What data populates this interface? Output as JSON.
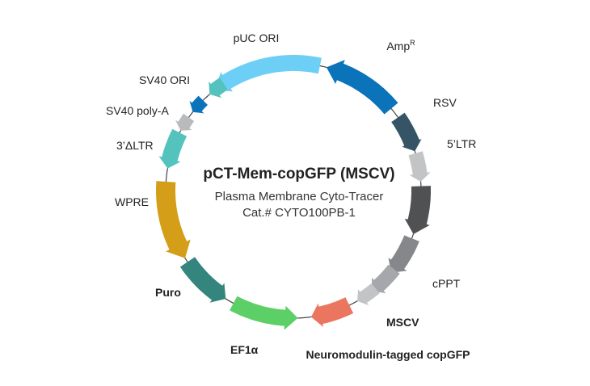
{
  "title": "pCT-Mem-copGFP (MSCV)",
  "subtitle": "Plasma Membrane Cyto-Tracer",
  "catalog": "Cat.# CYTO100PB-1",
  "features": [
    {
      "name": "pUC ORI",
      "color": "#6ecff6"
    },
    {
      "name": "Amp",
      "sup": "R",
      "color": "#0a73b9"
    },
    {
      "name": "RSV",
      "color": "#355466"
    },
    {
      "name": "5’LTR",
      "color": "#c2c4c6"
    },
    {
      "name": "",
      "color": "#4f5153"
    },
    {
      "name": "",
      "color": "#85878a"
    },
    {
      "name": "",
      "color": "#a5a7aa"
    },
    {
      "name": "cPPT",
      "color": "#c2c4c6"
    },
    {
      "name": "MSCV",
      "color": "#ea7660"
    },
    {
      "name": "Neuromodulin-tagged copGFP",
      "color": "#5ccf66"
    },
    {
      "name": "EF1α",
      "color": "#33857d"
    },
    {
      "name": "Puro",
      "color": "#d59e19"
    },
    {
      "name": "WPRE",
      "color": "#55c3bd"
    },
    {
      "name": "3’ΔLTR",
      "color": "#b8babc"
    },
    {
      "name": "SV40 poly-A",
      "color": "#0a73b9"
    },
    {
      "name": "SV40 ORI",
      "color": "#55c3bd"
    }
  ]
}
